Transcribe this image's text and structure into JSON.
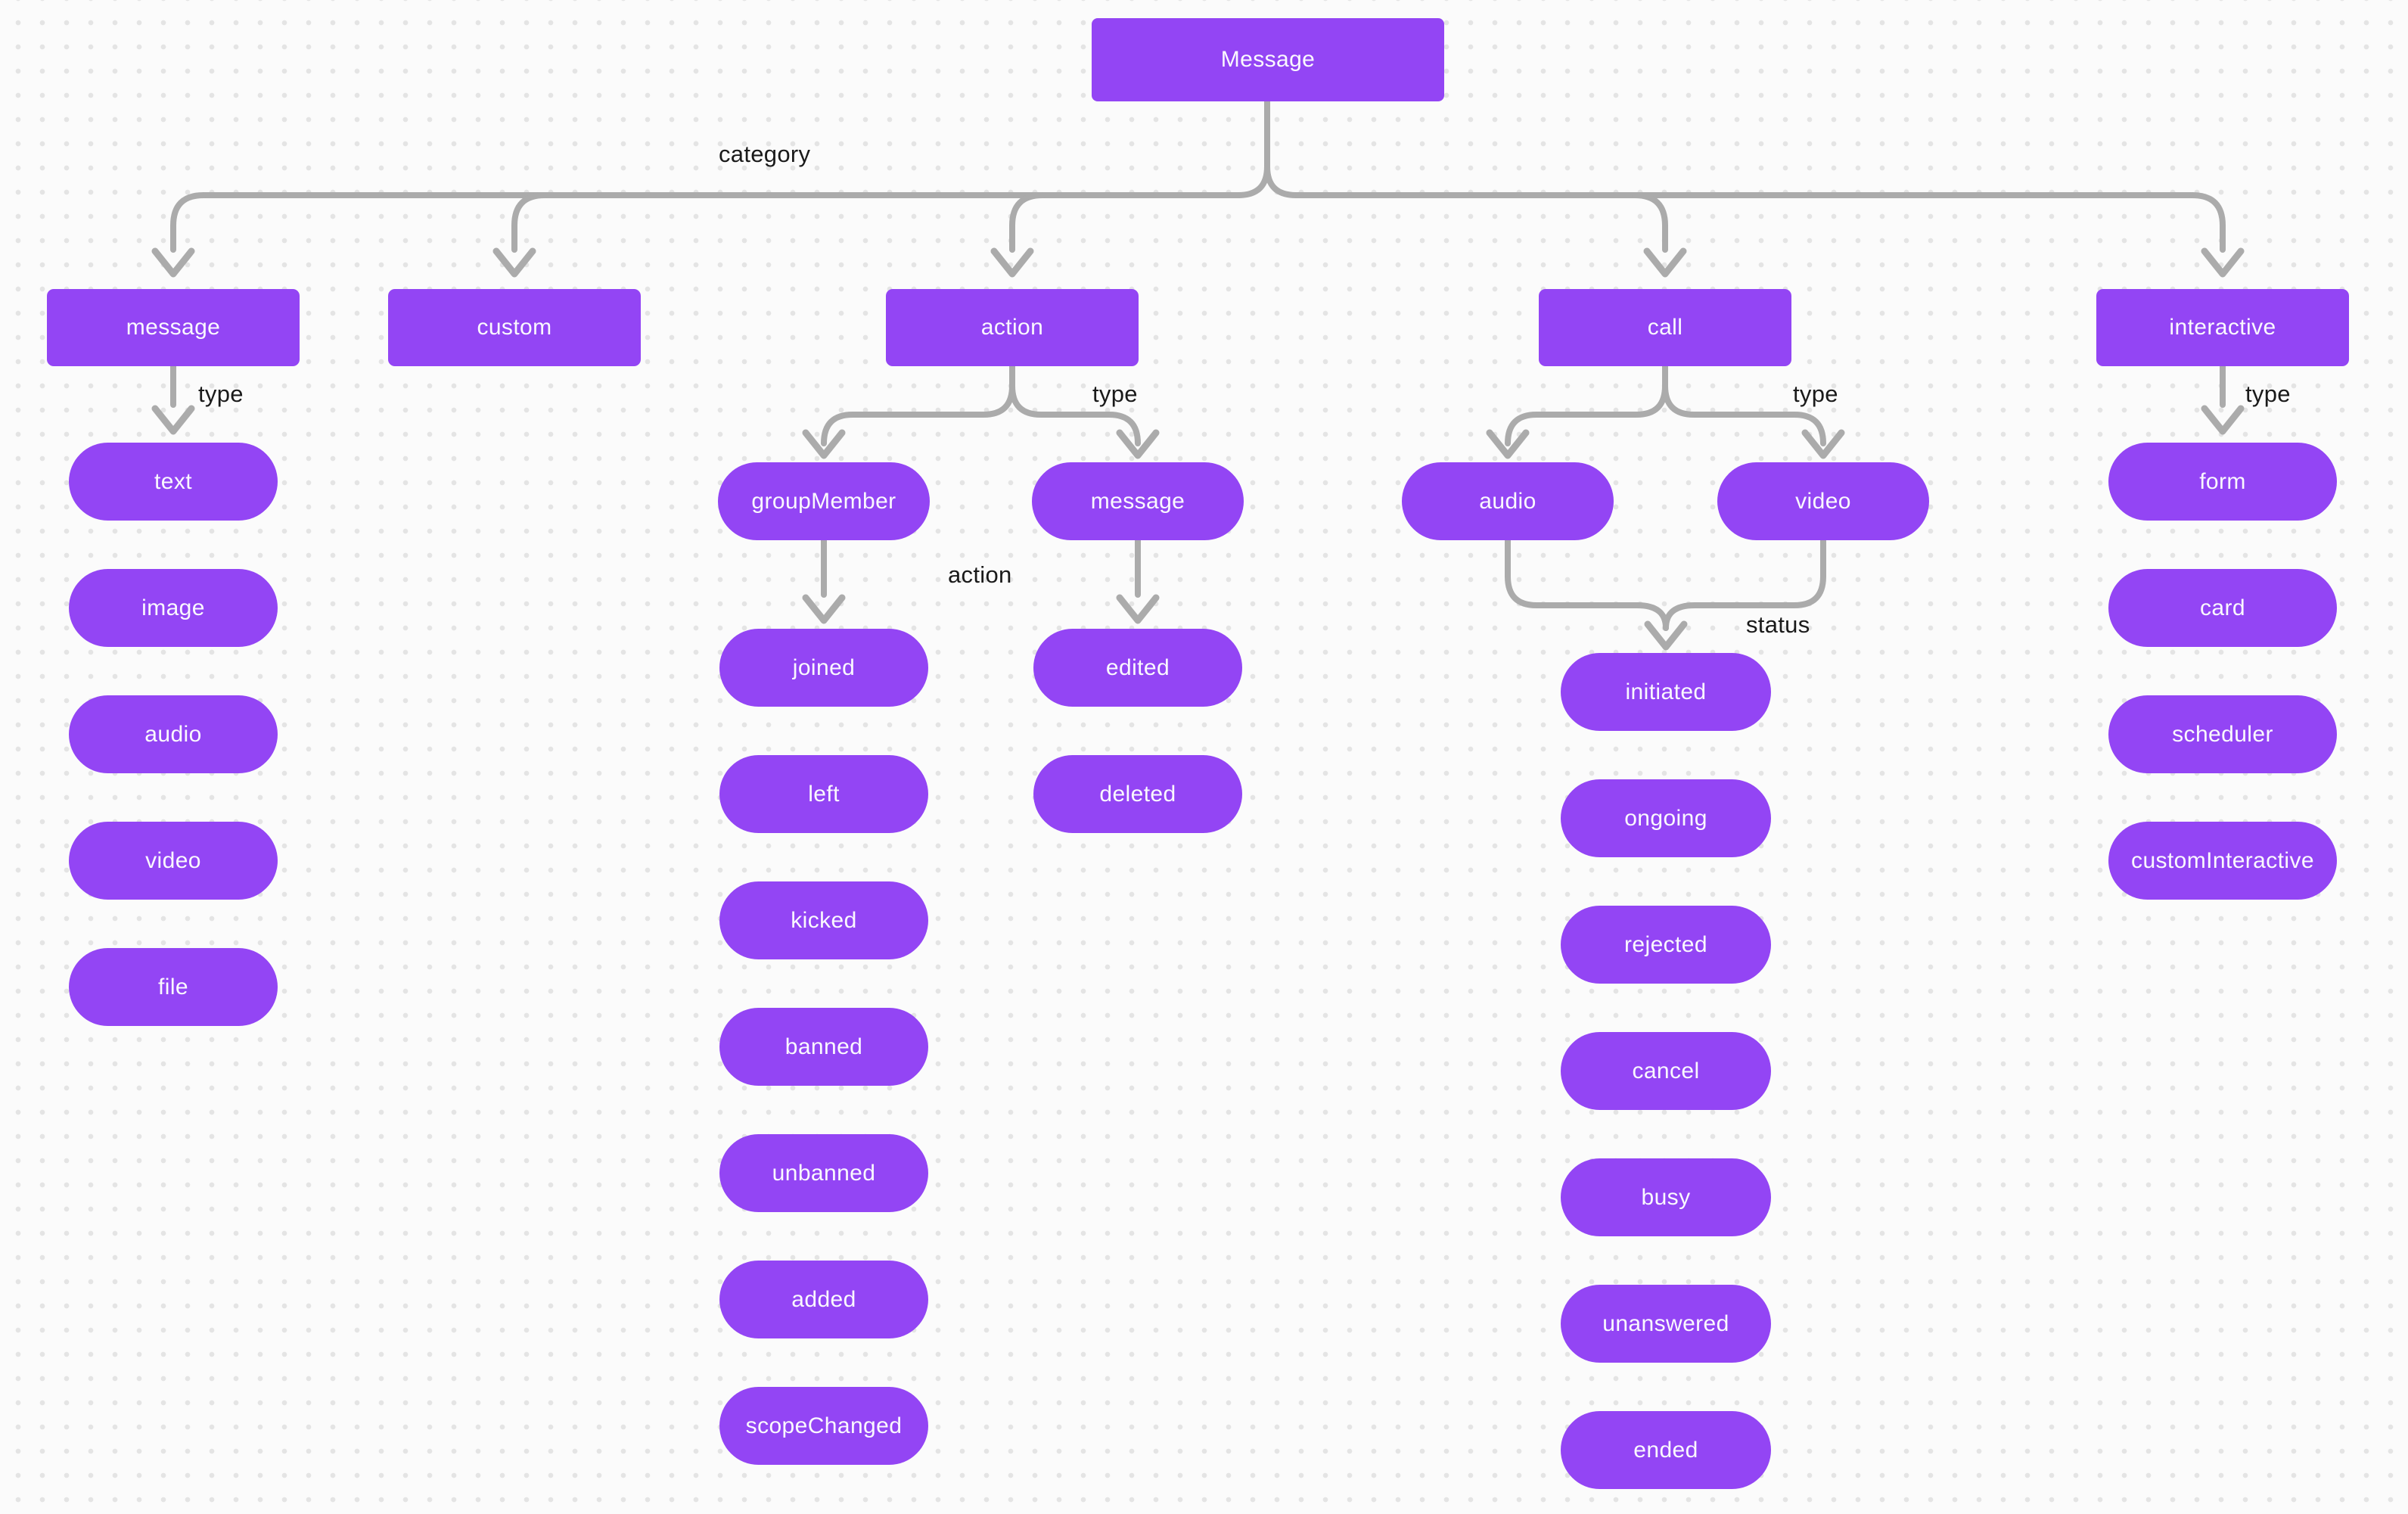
{
  "colors": {
    "node_fill": "#9345F4",
    "node_text": "#FAF8FE",
    "connector": "#ABABAB",
    "label_text": "#1A1A1A",
    "canvas_bg": "#FBFBFB",
    "grid_dot": "#E4E4E4"
  },
  "nodes": {
    "root": "Message",
    "categories": [
      "message",
      "custom",
      "action",
      "call",
      "interactive"
    ],
    "message_types": [
      "text",
      "image",
      "audio",
      "video",
      "file"
    ],
    "action_types": [
      "groupMember",
      "message"
    ],
    "group_member_actions": [
      "joined",
      "left",
      "kicked",
      "banned",
      "unbanned",
      "added",
      "scopeChanged"
    ],
    "message_action_types": [
      "edited",
      "deleted"
    ],
    "call_types": [
      "audio",
      "video"
    ],
    "call_statuses": [
      "initiated",
      "ongoing",
      "rejected",
      "cancel",
      "busy",
      "unanswered",
      "ended"
    ],
    "interactive_types": [
      "form",
      "card",
      "scheduler",
      "customInteractive"
    ]
  },
  "edge_labels": {
    "category": "category",
    "message_type": "type",
    "action_type": "type",
    "group_member_action": "action",
    "call_type": "type",
    "call_status": "status",
    "interactive_type": "type"
  }
}
